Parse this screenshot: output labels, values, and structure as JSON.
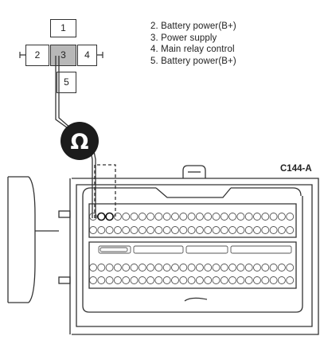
{
  "relay_connector": {
    "pins": [
      {
        "number": "1"
      },
      {
        "number": "2"
      },
      {
        "number": "3"
      },
      {
        "number": "4"
      },
      {
        "number": "5"
      }
    ]
  },
  "legend": [
    {
      "text": "2. Battery power(B+)"
    },
    {
      "text": "3. Power supply"
    },
    {
      "text": "4. Main relay control"
    },
    {
      "text": "5. Battery power(B+)"
    }
  ],
  "ohmmeter": {
    "symbol": "Ω"
  },
  "connector": {
    "label": "C144-A"
  },
  "colors": {
    "line": "#333333",
    "pin3_fill": "#b8b8b8",
    "meter_fill": "#1c1c1c"
  }
}
